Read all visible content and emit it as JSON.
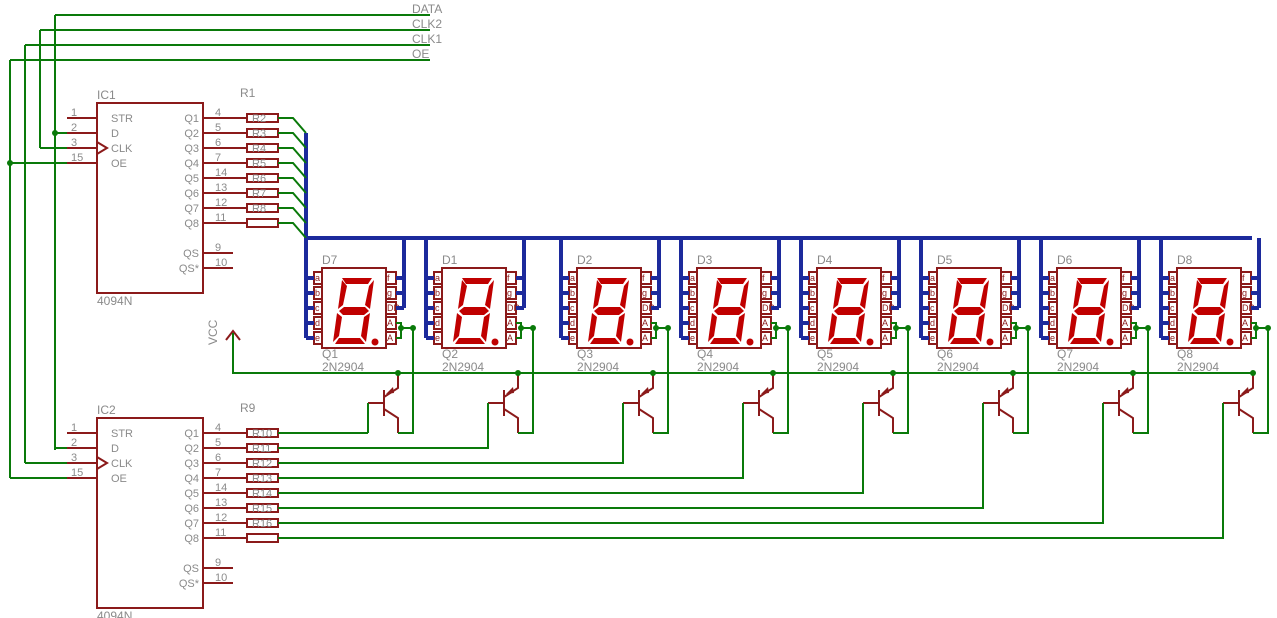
{
  "signals": [
    "DATA",
    "CLK2",
    "CLK1",
    "OE"
  ],
  "ics": [
    {
      "name": "IC1",
      "part": "4094N"
    },
    {
      "name": "IC2",
      "part": "4094N"
    }
  ],
  "ic_pins_left": [
    {
      "num": "1",
      "label": "STR"
    },
    {
      "num": "2",
      "label": "D"
    },
    {
      "num": "3",
      "label": "CLK"
    },
    {
      "num": "15",
      "label": "OE"
    }
  ],
  "ic_pins_right": [
    {
      "num": "4",
      "label": "Q1"
    },
    {
      "num": "5",
      "label": "Q2"
    },
    {
      "num": "6",
      "label": "Q3"
    },
    {
      "num": "7",
      "label": "Q4"
    },
    {
      "num": "14",
      "label": "Q5"
    },
    {
      "num": "13",
      "label": "Q6"
    },
    {
      "num": "12",
      "label": "Q7"
    },
    {
      "num": "11",
      "label": "Q8"
    }
  ],
  "ic_pins_extra": [
    {
      "num": "9",
      "label": "QS"
    },
    {
      "num": "10",
      "label": "QS*"
    }
  ],
  "resistor_banks": [
    {
      "name": "R1",
      "labels": [
        "R2",
        "R3",
        "R4",
        "R5",
        "R6",
        "R7",
        "R8",
        ""
      ]
    },
    {
      "name": "R9",
      "labels": [
        "R10",
        "R11",
        "R12",
        "R13",
        "R14",
        "R15",
        "R16",
        ""
      ]
    }
  ],
  "displays": [
    "D7",
    "D1",
    "D2",
    "D3",
    "D4",
    "D5",
    "D6",
    "D8"
  ],
  "segment_labels": {
    "left": [
      "a",
      "b",
      "c",
      "d",
      "e"
    ],
    "right": [
      "f",
      "g",
      "DP",
      "A",
      "A"
    ]
  },
  "transistors": [
    {
      "name": "Q1",
      "part": "2N2904"
    },
    {
      "name": "Q2",
      "part": "2N2904"
    },
    {
      "name": "Q3",
      "part": "2N2904"
    },
    {
      "name": "Q4",
      "part": "2N2904"
    },
    {
      "name": "Q5",
      "part": "2N2904"
    },
    {
      "name": "Q6",
      "part": "2N2904"
    },
    {
      "name": "Q7",
      "part": "2N2904"
    },
    {
      "name": "Q8",
      "part": "2N2904"
    }
  ],
  "supply": "VCC",
  "colors": {
    "part": "#8b1a1a",
    "wire": "#0a7a0a",
    "bus": "#1c2a9c",
    "label": "#8a8a8a",
    "segment": "#c00000"
  }
}
